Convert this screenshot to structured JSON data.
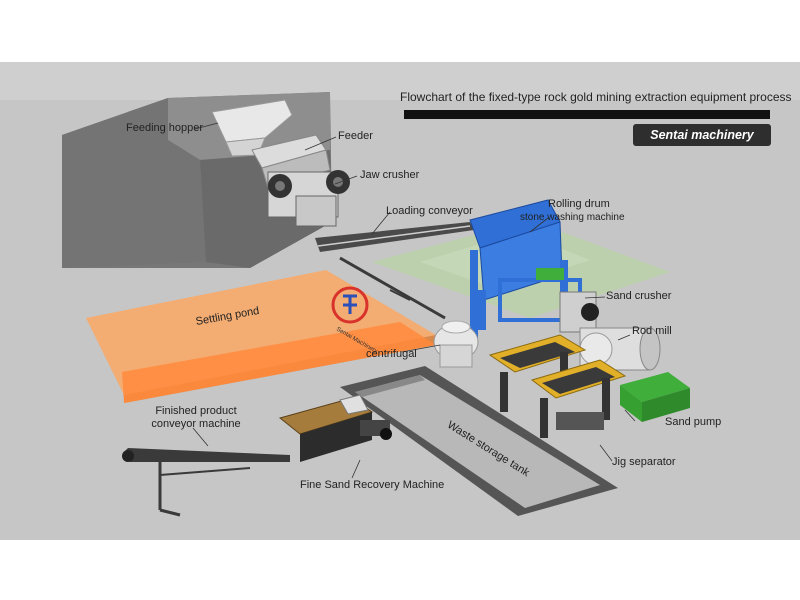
{
  "title": "Flowchart of the fixed-type rock gold mining extraction equipment process",
  "brand": "Sentai machinery",
  "logo_text": "Sentai Machinery",
  "labels": {
    "feeding_hopper": "Feeding hopper",
    "feeder": "Feeder",
    "jaw_crusher": "Jaw crusher",
    "loading_conveyor": "Loading conveyor",
    "rolling_drum_1": "Rolling drum",
    "rolling_drum_2": "stone washing machine",
    "sand_crusher": "Sand crusher",
    "rod_mill": "Rod mill",
    "settling_pond": "Settling pond",
    "centrifugal": "centrifugal",
    "finished_product_1": "Finished product",
    "finished_product_2": "conveyor machine",
    "waste_storage_tank": "Waste storage tank",
    "sand_pump": "Sand pump",
    "jig_separator": "Jig separator",
    "fine_sand_recovery": "Fine Sand Recovery Machine"
  },
  "colors": {
    "ground": "#c4c4c4",
    "platform_top": "#8a8a8a",
    "platform_side": "#6b6b6b",
    "settling_pond": "#f5b37d",
    "settling_pond_dark": "#ff8a3c",
    "washing_zone": "#b9d3a8",
    "blue_machine": "#2f6fd6",
    "jig_yellow": "#e2b028",
    "pump_green": "#3fae3a",
    "brand_bg": "#2e2e2e"
  }
}
